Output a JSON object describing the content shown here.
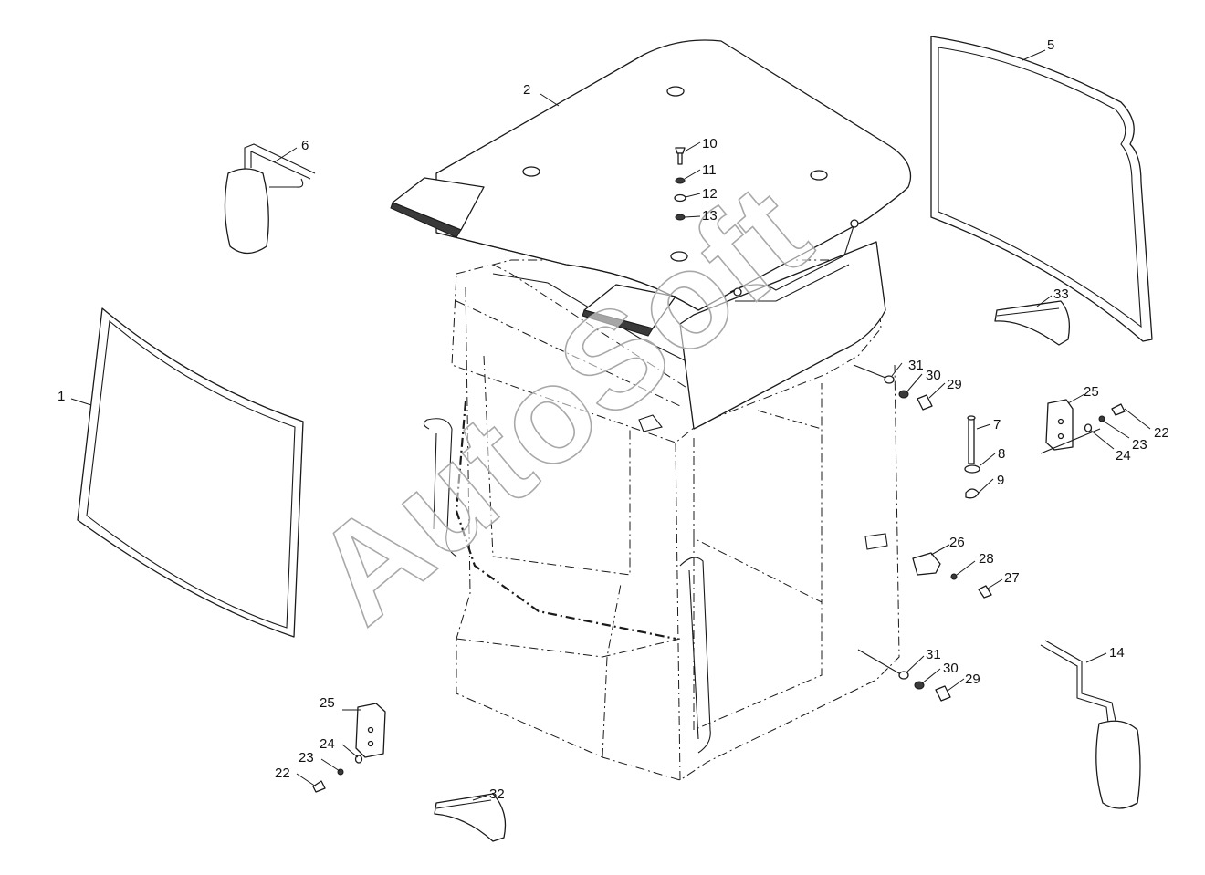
{
  "watermark": "AutoSoft",
  "callouts": {
    "c1": "1",
    "c2": "2",
    "c5": "5",
    "c6": "6",
    "c7": "7",
    "c8": "8",
    "c9": "9",
    "c10": "10",
    "c11": "11",
    "c12": "12",
    "c13": "13",
    "c14": "14",
    "c22a": "22",
    "c23a": "23",
    "c24a": "24",
    "c25a": "25",
    "c22b": "22",
    "c23b": "23",
    "c24b": "24",
    "c25b": "25",
    "c26": "26",
    "c27": "27",
    "c28": "28",
    "c29a": "29",
    "c30a": "30",
    "c31a": "31",
    "c29b": "29",
    "c30b": "30",
    "c31b": "31",
    "c32": "32",
    "c33": "33"
  },
  "colors": {
    "line": "#1a1a1a",
    "watermark": "#a8a8a8",
    "background": "#ffffff"
  }
}
